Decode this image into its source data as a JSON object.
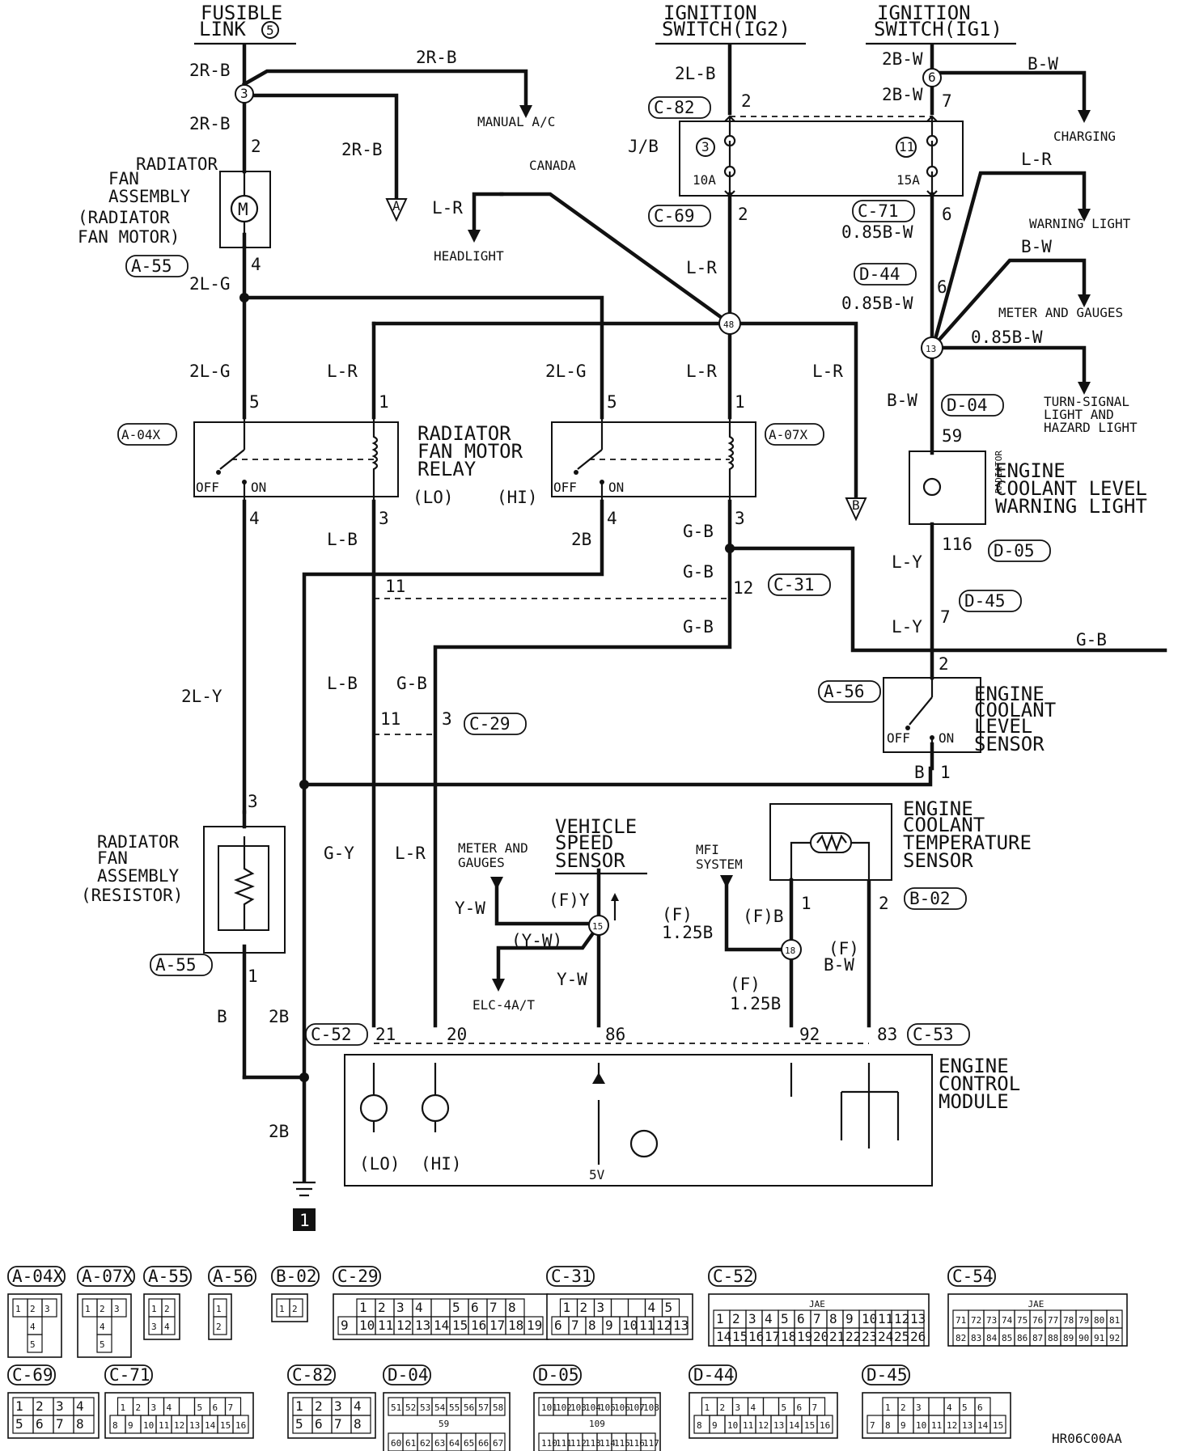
{
  "doc_code": "HR06C00AA",
  "ground_number": "1",
  "sources": {
    "fusible_link": [
      "FUSIBLE",
      "LINK"
    ],
    "fusible_link_no": "5",
    "ig2": [
      "IGNITION",
      "SWITCH(IG2)"
    ],
    "ig1": [
      "IGNITION",
      "SWITCH(IG1)"
    ]
  },
  "components": {
    "fan_motor": [
      "RADIATOR",
      "FAN",
      "ASSEMBLY",
      "(RADIATOR",
      "FAN MOTOR)"
    ],
    "fan_resistor": [
      "RADIATOR",
      "FAN",
      "ASSEMBLY",
      "(RESISTOR)"
    ],
    "relay": [
      "RADIATOR",
      "FAN MOTOR",
      "RELAY"
    ],
    "relay_lo": "(LO)",
    "relay_hi": "(HI)",
    "jb": "J/B",
    "fuse_left_no": "3",
    "fuse_left_amp": "10A",
    "fuse_right_no": "11",
    "fuse_right_amp": "15A",
    "coolant_warning": [
      "ENGINE",
      "COOLANT LEVEL",
      "WARNING LIGHT"
    ],
    "radiator_vert": "RADIATOR",
    "coolant_sensor": [
      "ENGINE",
      "COOLANT",
      "LEVEL",
      "SENSOR"
    ],
    "temp_sensor": [
      "ENGINE",
      "COOLANT",
      "TEMPERATURE",
      "SENSOR"
    ],
    "speed_sensor": [
      "VEHICLE",
      "SPEED",
      "SENSOR"
    ],
    "ecm": [
      "ENGINE",
      "CONTROL",
      "MODULE"
    ],
    "ecm_lo": "(LO)",
    "ecm_hi": "(HI)",
    "ecm_5v": "5V",
    "off": "OFF",
    "on": "ON"
  },
  "destinations": {
    "manual_ac": "MANUAL A/C",
    "canada": "CANADA",
    "headlight": "HEADLIGHT",
    "charging": "CHARGING",
    "warning_light": "WARNING LIGHT",
    "meter_gauges": "METER AND GAUGES",
    "turn_signal": [
      "TURN-SIGNAL",
      "LIGHT AND",
      "HAZARD LIGHT"
    ],
    "meter_and": "METER AND",
    "gauges": "GAUGES",
    "mfi": [
      "MFI",
      "SYSTEM"
    ],
    "elc": "ELC-4A/T",
    "off_page_a": "A",
    "off_page_b": "B"
  },
  "wires": {
    "r2b": "2R-B",
    "l2b": "2L-B",
    "w2b": "2B-W",
    "bw": "B-W",
    "lr": "L-R",
    "g2l": "2L-G",
    "bw085": "0.85B-W",
    "lb": "L-B",
    "b2": "2B",
    "gb": "G-B",
    "ly": "L-Y",
    "y2l": "2L-Y",
    "gy": "G-Y",
    "b": "B",
    "yw": "Y-W",
    "yw_paren": "(Y-W)",
    "fy": "(F)Y",
    "fb": "(F)B",
    "f": "(F)",
    "b125": "1.25B",
    "fbw_b": "B-W"
  },
  "pins": {
    "p2": "2",
    "p4": "4",
    "p5": "5",
    "p1": "1",
    "p3": "3",
    "p6": "6",
    "p7": "7",
    "p59": "59",
    "p116": "116",
    "p11": "11",
    "p12": "12",
    "p21": "21",
    "p20": "20",
    "p86": "86",
    "p92": "92",
    "p83": "83"
  },
  "splices": {
    "s3": "3",
    "s6": "6",
    "s48": "48",
    "s13": "13",
    "s15": "15",
    "s18": "18"
  },
  "tags": {
    "a55": "A-55",
    "a04x": "A-04X",
    "a07x": "A-07X",
    "a56": "A-56",
    "b02": "B-02",
    "c82": "C-82",
    "c69": "C-69",
    "c71": "C-71",
    "d44": "D-44",
    "d04": "D-04",
    "d05": "D-05",
    "d45": "D-45",
    "c31": "C-31",
    "c29": "C-29",
    "c52": "C-52",
    "c53": "C-53"
  },
  "connectors": [
    {
      "id": "A-04X",
      "rows": [
        [
          "1",
          "2",
          "3"
        ],
        [
          "4"
        ],
        [
          "5"
        ]
      ]
    },
    {
      "id": "A-07X",
      "rows": [
        [
          "1",
          "2",
          "3"
        ],
        [
          "4"
        ],
        [
          "5"
        ]
      ]
    },
    {
      "id": "A-55",
      "rows": [
        [
          "1",
          "2"
        ],
        [
          "3",
          "4"
        ]
      ]
    },
    {
      "id": "A-56",
      "rows": [
        [
          "1"
        ],
        [
          "2"
        ]
      ]
    },
    {
      "id": "B-02",
      "rows": [
        [
          "1",
          "2"
        ]
      ]
    },
    {
      "id": "C-29",
      "rows": [
        [
          "1",
          "2",
          "3",
          "4",
          "",
          "5",
          "6",
          "7",
          "8"
        ],
        [
          "9",
          "10",
          "11",
          "12",
          "13",
          "14",
          "15",
          "16",
          "17",
          "18",
          "19"
        ]
      ]
    },
    {
      "id": "C-31",
      "rows": [
        [
          "1",
          "2",
          "3",
          "",
          "",
          "4",
          "5"
        ],
        [
          "6",
          "7",
          "8",
          "9",
          "10",
          "11",
          "12",
          "13"
        ]
      ]
    },
    {
      "id": "C-52",
      "label": "JAE",
      "rows": [
        [
          "1",
          "2",
          "3",
          "4",
          "5",
          "6",
          "7",
          "8",
          "9",
          "10",
          "11",
          "12",
          "13"
        ],
        [
          "14",
          "15",
          "16",
          "17",
          "18",
          "19",
          "20",
          "21",
          "22",
          "23",
          "24",
          "25",
          "26"
        ]
      ]
    },
    {
      "id": "C-54",
      "label": "JAE",
      "rows": [
        [
          "71",
          "72",
          "73",
          "74",
          "75",
          "76",
          "77",
          "78",
          "79",
          "80",
          "81"
        ],
        [
          "82",
          "83",
          "84",
          "85",
          "86",
          "87",
          "88",
          "89",
          "90",
          "91",
          "92"
        ]
      ]
    },
    {
      "id": "C-69",
      "rows": [
        [
          "1",
          "2",
          "3",
          "4"
        ],
        [
          "5",
          "6",
          "7",
          "8"
        ]
      ]
    },
    {
      "id": "C-71",
      "rows": [
        [
          "1",
          "2",
          "3",
          "4",
          "",
          "5",
          "6",
          "7"
        ],
        [
          "8",
          "9",
          "10",
          "11",
          "12",
          "13",
          "14",
          "15",
          "16"
        ]
      ]
    },
    {
      "id": "C-82",
      "rows": [
        [
          "1",
          "2",
          "3",
          "4"
        ],
        [
          "5",
          "6",
          "7",
          "8"
        ]
      ]
    },
    {
      "id": "D-04",
      "mid": "59",
      "rows": [
        [
          "51",
          "52",
          "53",
          "54",
          "55",
          "56",
          "57",
          "58"
        ],
        [
          "60",
          "61",
          "62",
          "63",
          "64",
          "65",
          "66",
          "67"
        ]
      ]
    },
    {
      "id": "D-05",
      "mid": "109",
      "rows": [
        [
          "101",
          "102",
          "103",
          "104",
          "105",
          "106",
          "107",
          "108"
        ],
        [
          "110",
          "111",
          "112",
          "113",
          "114",
          "115",
          "116",
          "117"
        ]
      ]
    },
    {
      "id": "D-44",
      "rows": [
        [
          "1",
          "2",
          "3",
          "4",
          "",
          "5",
          "6",
          "7"
        ],
        [
          "8",
          "9",
          "10",
          "11",
          "12",
          "13",
          "14",
          "15",
          "16"
        ]
      ]
    },
    {
      "id": "D-45",
      "rows": [
        [
          "1",
          "2",
          "3",
          "",
          "4",
          "5",
          "6"
        ],
        [
          "7",
          "8",
          "9",
          "10",
          "11",
          "12",
          "13",
          "14",
          "15"
        ]
      ]
    }
  ]
}
